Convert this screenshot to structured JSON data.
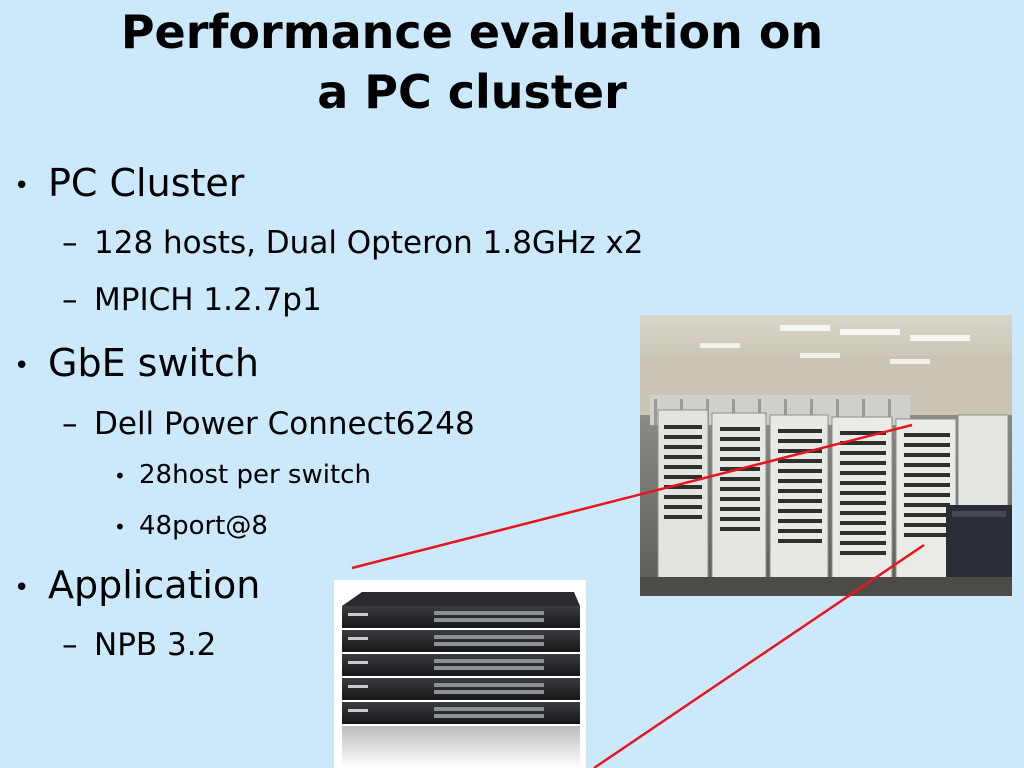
{
  "slide": {
    "title_line1": "Performance evaluation on",
    "title_line2": "a PC cluster",
    "bullet_char": "•",
    "dash_char": "–",
    "items": [
      {
        "level": 1,
        "text": "PC Cluster"
      },
      {
        "level": 2,
        "text": "128 hosts, Dual Opteron 1.8GHz x2"
      },
      {
        "level": 2,
        "text": "MPICH 1.2.7p1"
      },
      {
        "level": 1,
        "text": "GbE switch"
      },
      {
        "level": 2,
        "text": "Dell Power Connect6248"
      },
      {
        "level": 3,
        "text": "28host per switch"
      },
      {
        "level": 3,
        "text": "48port@8"
      },
      {
        "level": 1,
        "text": "Application"
      },
      {
        "level": 2,
        "text": "NPB 3.2"
      }
    ]
  },
  "colors": {
    "background": "#cce8fb",
    "callout_line": "#e8141e"
  },
  "images": {
    "cluster_photo": "server-room-racks-photo",
    "switch_photo": "stacked-network-switches-photo"
  }
}
